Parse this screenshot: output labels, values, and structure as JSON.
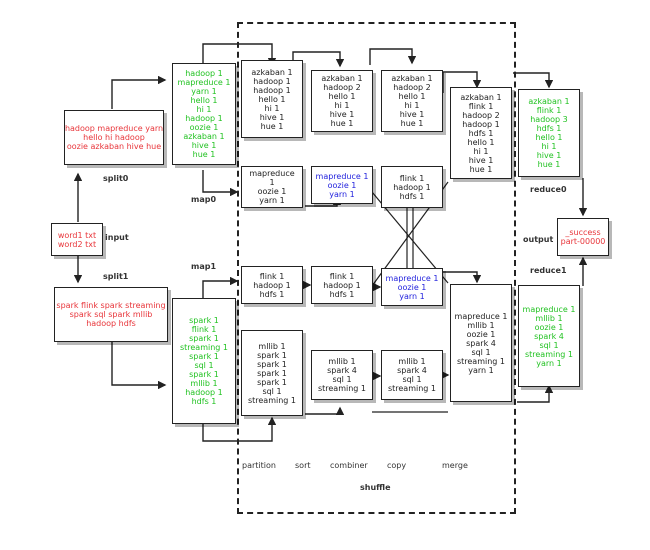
{
  "diagram": {
    "input_label": "input",
    "input_box": [
      "word1 txt",
      "word2 txt"
    ],
    "split_labels": {
      "top": "split0",
      "bottom": "split1"
    },
    "split_boxes": {
      "top": [
        "hadoop mapreduce yarn",
        "hello hi hadoop",
        "oozie azkaban hive hue"
      ],
      "bottom": [
        "spark flink spark streaming",
        "spark sql spark mllib",
        "hadoop hdfs"
      ]
    },
    "map_labels": {
      "top": "map0",
      "bottom": "map1"
    },
    "map_outputs": {
      "top": [
        "hadoop 1",
        "mapreduce 1",
        "yarn 1",
        "hello 1",
        "hi 1",
        "hadoop 1",
        "oozie 1",
        "azkaban 1",
        "hive 1",
        "hue 1"
      ],
      "bottom": [
        "spark 1",
        "flink 1",
        "spark 1",
        "streaming 1",
        "spark 1",
        "sql 1",
        "spark 1",
        "mllib 1",
        "hadoop 1",
        "hdfs 1"
      ]
    },
    "partition": {
      "p1": [
        "azkaban 1",
        "hadoop 1",
        "hadoop 1",
        "hello 1",
        "hi 1",
        "hive 1",
        "hue 1"
      ],
      "p2": [
        "mapreduce",
        "1",
        "oozie 1",
        "yarn 1"
      ],
      "p3": [
        "flink 1",
        "hadoop 1",
        "hdfs 1"
      ],
      "p4": [
        "mllib 1",
        "spark 1",
        "spark 1",
        "spark 1",
        "spark 1",
        "sql 1",
        "streaming 1"
      ]
    },
    "sort": {
      "s1": [
        "azkaban 1",
        "hadoop 2",
        "hello 1",
        "hi 1",
        "hive 1",
        "hue 1"
      ],
      "s2": [
        "mapreduce 1",
        "oozie 1",
        "yarn 1"
      ],
      "s3": [
        "flink 1",
        "hadoop 1",
        "hdfs 1"
      ],
      "s4": [
        "mllib 1",
        "spark 4",
        "sql 1",
        "streaming 1"
      ]
    },
    "combiner": {
      "c1": [
        "azkaban 1",
        "hadoop 2",
        "hello 1",
        "hi 1",
        "hive 1",
        "hue 1"
      ],
      "c2": [
        "flink 1",
        "hadoop 1",
        "hdfs 1"
      ],
      "c3": [
        "mapreduce 1",
        "oozie 1",
        "yarn 1"
      ],
      "c4": [
        "mllib 1",
        "spark 4",
        "sql 1",
        "streaming 1"
      ]
    },
    "merge": {
      "m1": [
        "azkaban 1",
        "flink 1",
        "hadoop 2",
        "hadoop 1",
        "hdfs 1",
        "hello 1",
        "hi 1",
        "hive 1",
        "hue 1"
      ],
      "m2": [
        "mapreduce 1",
        "mllib 1",
        "oozie 1",
        "spark 4",
        "sql 1",
        "streaming 1",
        "yarn 1"
      ]
    },
    "reduce_labels": {
      "top": "reduce0",
      "bottom": "reduce1"
    },
    "reduce_outputs": {
      "top": [
        "azkaban 1",
        "flink 1",
        "hadoop 3",
        "hdfs 1",
        "hello 1",
        "hi 1",
        "hive 1",
        "hue 1"
      ],
      "bottom": [
        "mapreduce 1",
        "mllib 1",
        "oozie 1",
        "spark 4",
        "sql 1",
        "streaming 1",
        "yarn 1"
      ]
    },
    "output_label": "output",
    "output_box": [
      "_success",
      "part-00000"
    ],
    "phase_labels": [
      "partition",
      "sort",
      "combiner",
      "copy",
      "merge"
    ],
    "shuffle_label": "shuffle"
  },
  "colors": {
    "red": "#e8353a",
    "green": "#22c222",
    "blue": "#2222dd",
    "stroke": "#222222"
  }
}
